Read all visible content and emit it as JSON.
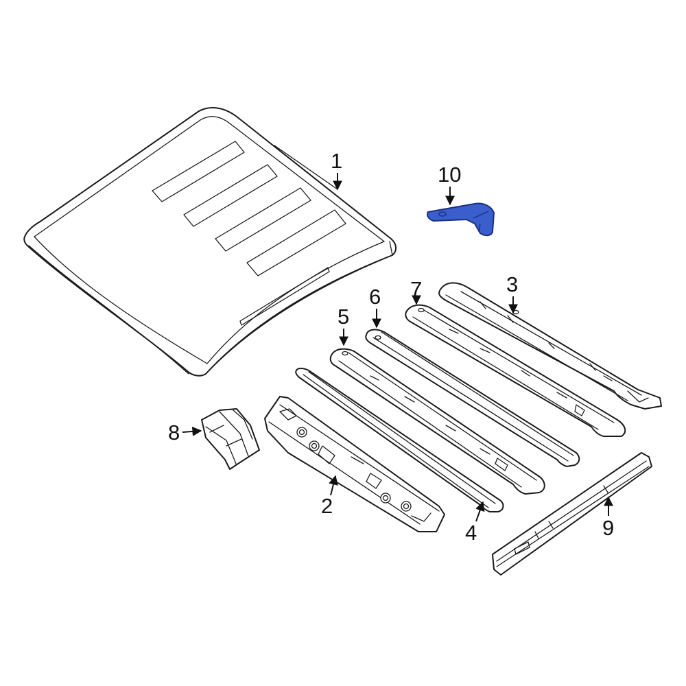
{
  "colors": {
    "line": "#1a1a1a",
    "highlight_fill": "#3a5fcd",
    "highlight_stroke": "#1b2f80",
    "background": "#ffffff"
  },
  "callouts": [
    {
      "id": "1",
      "label": "1",
      "part": "roof-panel"
    },
    {
      "id": "2",
      "label": "2",
      "part": "front-header-rail"
    },
    {
      "id": "3",
      "label": "3",
      "part": "rear-roof-bow"
    },
    {
      "id": "4",
      "label": "4",
      "part": "roof-bow-4"
    },
    {
      "id": "5",
      "label": "5",
      "part": "roof-bow-5"
    },
    {
      "id": "6",
      "label": "6",
      "part": "roof-bow-6"
    },
    {
      "id": "7",
      "label": "7",
      "part": "roof-bow-7"
    },
    {
      "id": "8",
      "label": "8",
      "part": "corner-reinforcement"
    },
    {
      "id": "9",
      "label": "9",
      "part": "side-rail"
    },
    {
      "id": "10",
      "label": "10",
      "part": "mounting-bracket",
      "highlighted": true
    }
  ]
}
